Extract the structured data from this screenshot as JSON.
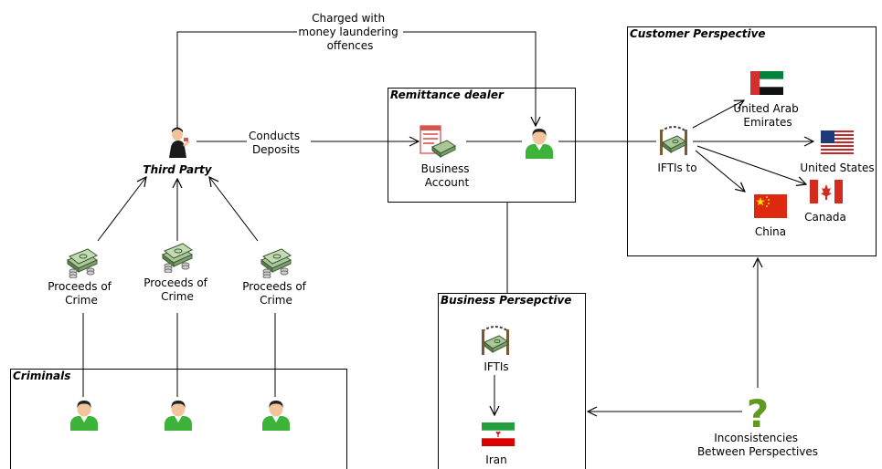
{
  "boxes": {
    "customer": "Customer Perspective",
    "remittance": "Remittance dealer",
    "business": "Business Persepctive",
    "criminals": "Criminals"
  },
  "nodes": {
    "third_party": "Third Party",
    "business_account": [
      "Business",
      "Account"
    ],
    "iftis_to": "IFTIs to",
    "iftis": "IFTIs",
    "proceeds": [
      "Proceeds of",
      "Crime"
    ],
    "inconsistencies": [
      "Inconsistencies",
      "Between Perspectives"
    ]
  },
  "countries": {
    "uae": [
      "United Arab",
      "Emirates"
    ],
    "us": "United States",
    "canada": "Canada",
    "china": "China",
    "iran": "Iran"
  },
  "edges": {
    "charged": [
      "Charged with",
      "money laundering",
      "offences"
    ],
    "conducts": [
      "Conducts",
      "Deposits"
    ]
  },
  "colors": {
    "person_green": "#3db33a",
    "person_skin": "#f2c49b",
    "money_green": "#6e9a5e",
    "question_green": "#5f9a1f"
  }
}
